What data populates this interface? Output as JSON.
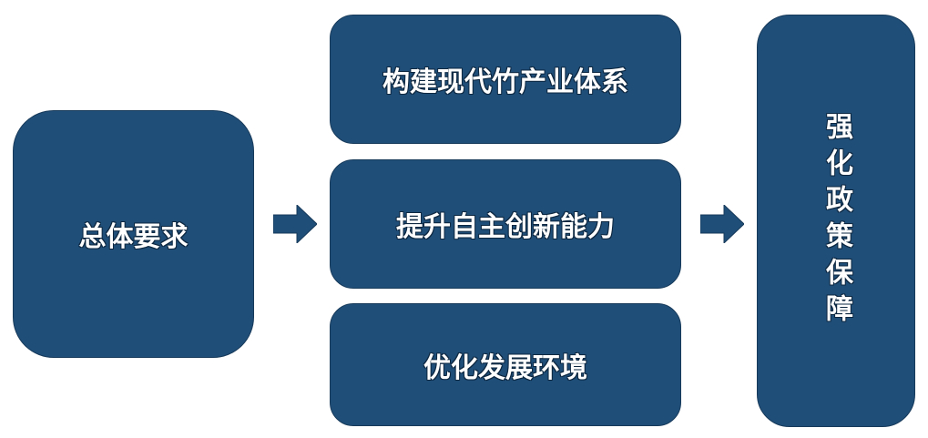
{
  "diagram": {
    "left_box": {
      "label": "总体要求"
    },
    "middle_boxes": [
      {
        "label": "构建现代竹产业体系"
      },
      {
        "label": "提升自主创新能力"
      },
      {
        "label": "优化发展环境"
      }
    ],
    "right_box": {
      "label": "强化政策保障"
    },
    "colors": {
      "box_fill": "#1f4e79",
      "text": "#ffffff",
      "arrow": "#1f4e79"
    },
    "icons": [
      "right-arrow-icon",
      "right-arrow-icon"
    ]
  }
}
